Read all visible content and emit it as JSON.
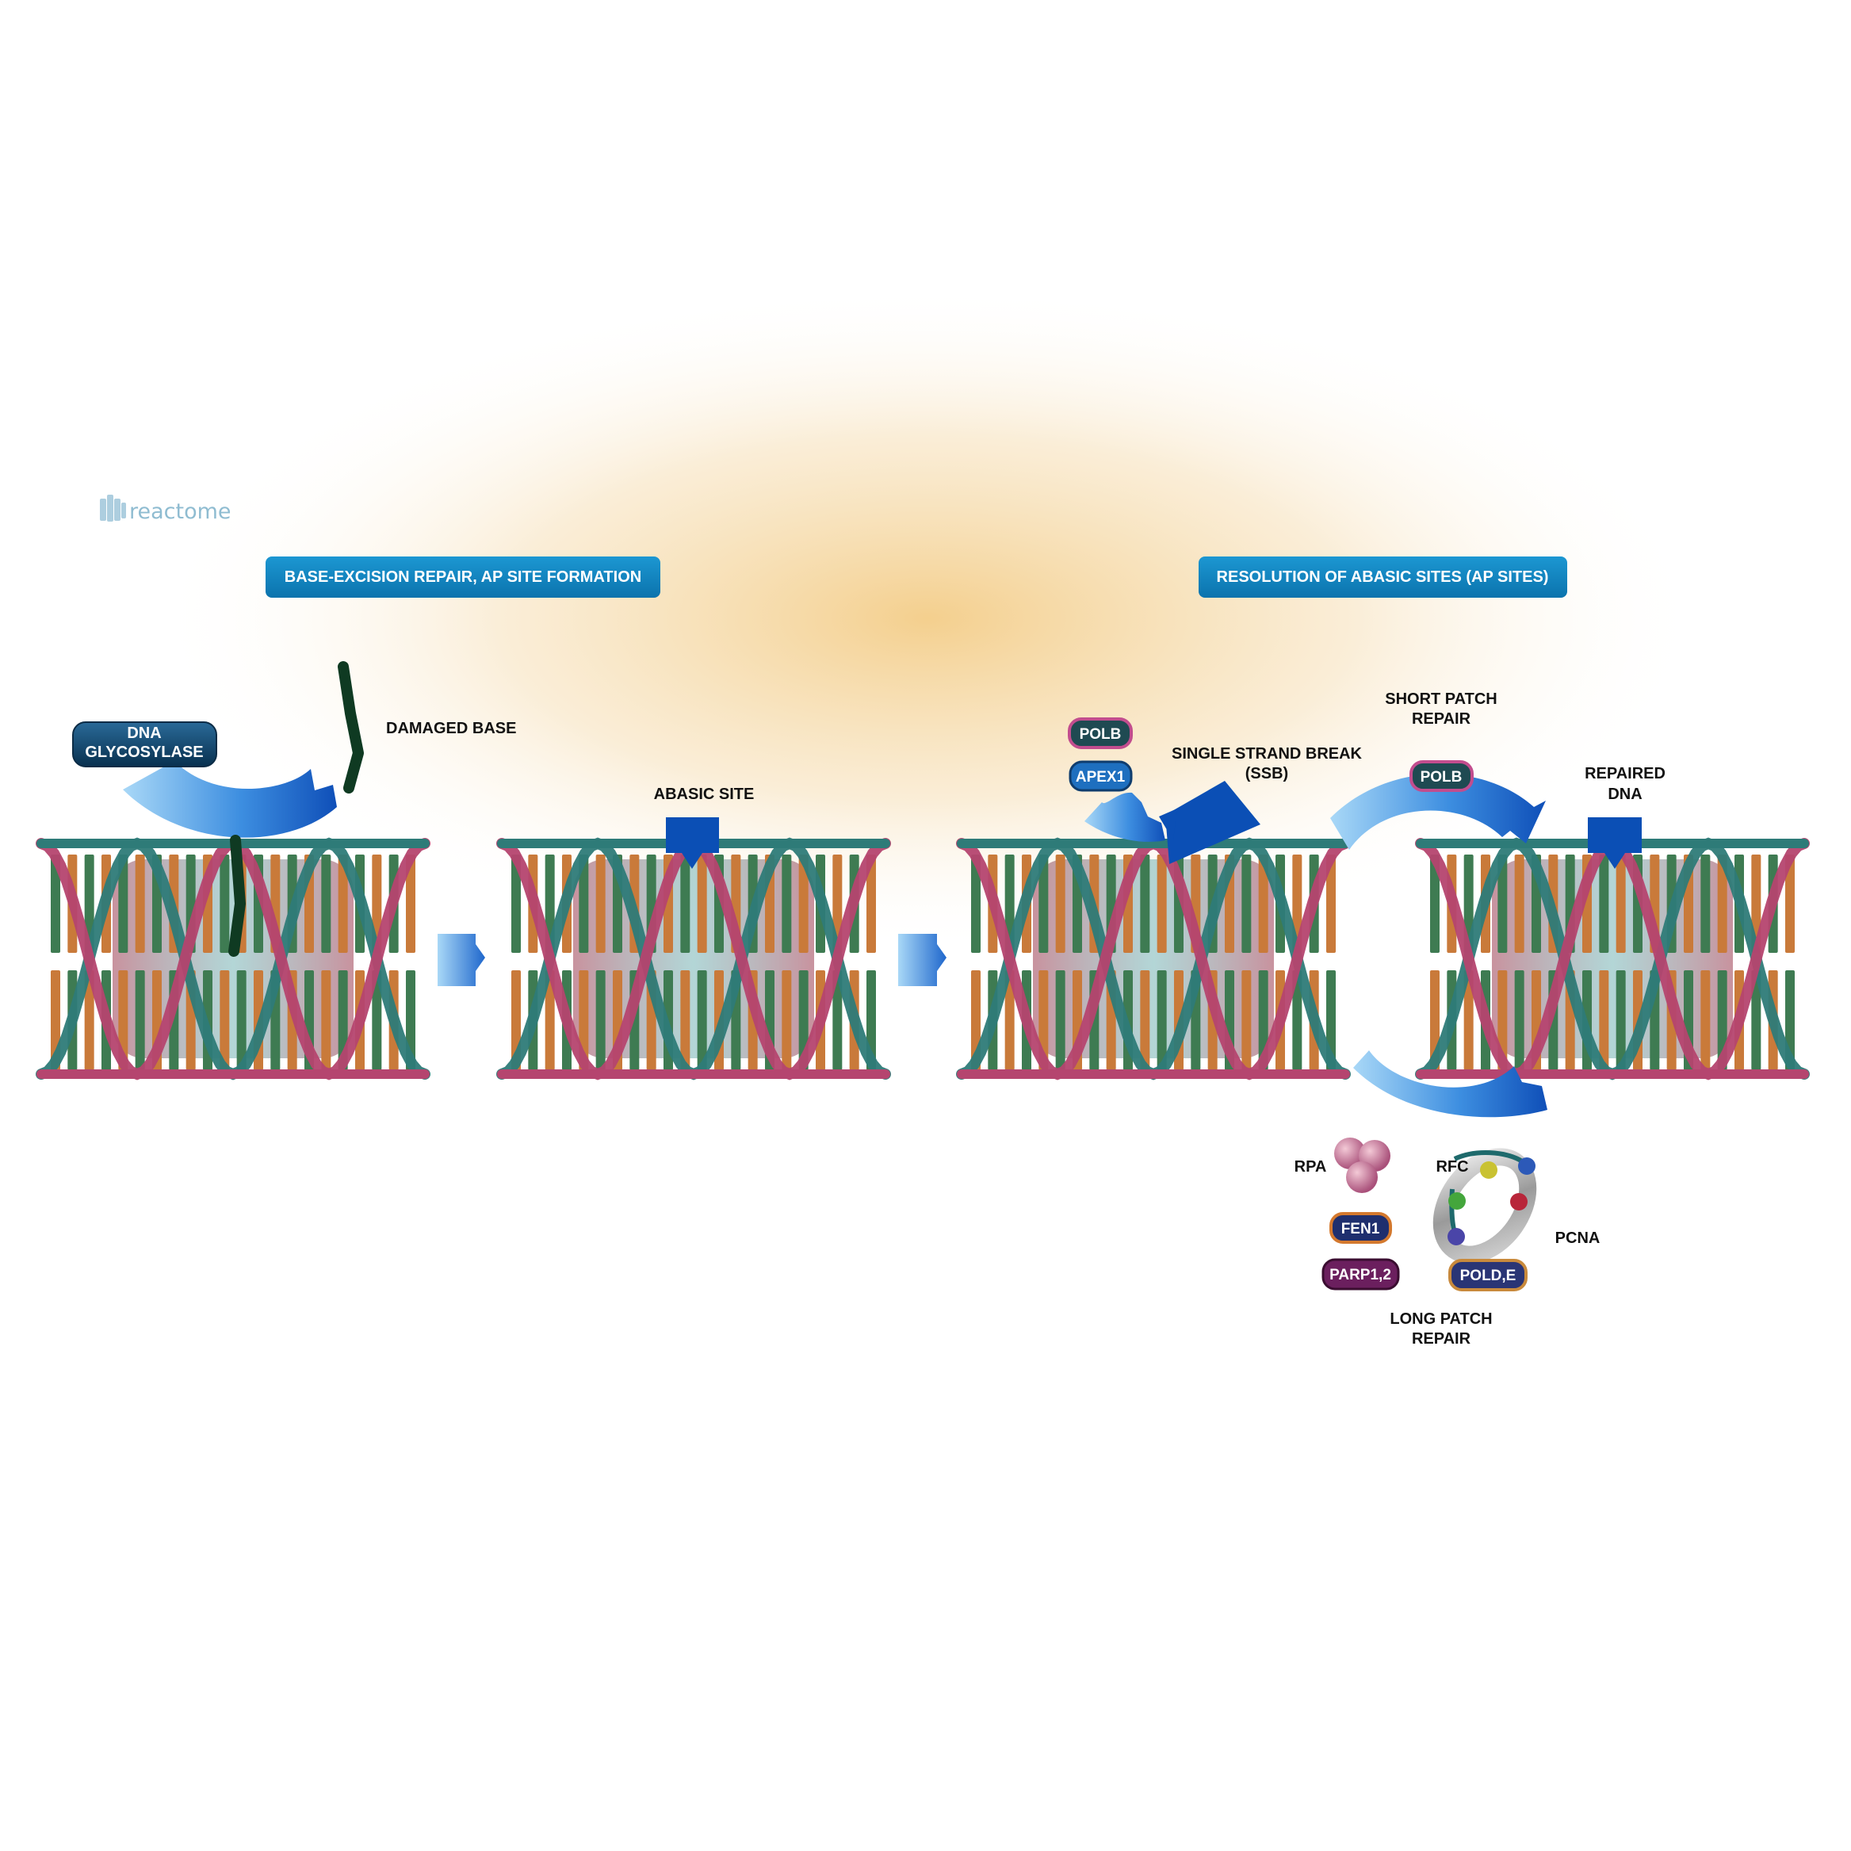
{
  "logo": {
    "text": "reactome"
  },
  "headers": {
    "left": "BASE-EXCISION REPAIR, AP SITE FORMATION",
    "right": "RESOLUTION OF ABASIC SITES (AP SITES)"
  },
  "labels": {
    "damaged_base": "DAMAGED BASE",
    "abasic_site": "ABASIC SITE",
    "ssb_line1": "SINGLE STRAND BREAK",
    "ssb_line2": "(SSB)",
    "short_patch_line1": "SHORT PATCH",
    "short_patch_line2": "REPAIR",
    "repaired_line1": "REPAIRED",
    "repaired_line2": "DNA",
    "long_patch_line1": "LONG PATCH",
    "long_patch_line2": "REPAIR",
    "rpa": "RPA",
    "rfc": "RFC",
    "pcna": "PCNA"
  },
  "proteins": {
    "glycosylase_line1": "DNA",
    "glycosylase_line2": "GLYCOSYLASE",
    "polb_top": "POLB",
    "apex1": "APEX1",
    "polb_short": "POLB",
    "fen1": "FEN1",
    "parp": "PARP1,2",
    "pold": "POLD,E"
  },
  "colors": {
    "header_bg": "#0f86c1",
    "strand_teal": "#2e7b78",
    "strand_magenta": "#b5456f",
    "base_green": "#3e7b52",
    "base_orange": "#c97a3a",
    "arrow_blue": "#1c5fc8",
    "abasic_blue": "#0b4fb5"
  }
}
